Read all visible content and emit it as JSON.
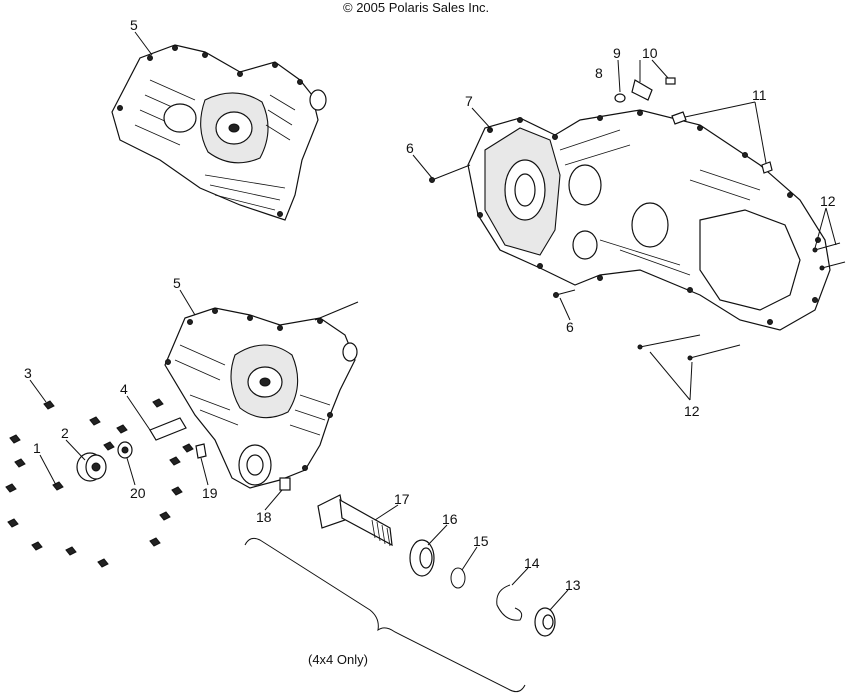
{
  "copyright": "© 2005 Polaris Sales Inc.",
  "note": "(4x4 Only)",
  "callouts": [
    "5",
    "9",
    "10",
    "8",
    "11",
    "7",
    "6",
    "12",
    "5",
    "3",
    "4",
    "2",
    "1",
    "20",
    "19",
    "18",
    "17",
    "16",
    "15",
    "14",
    "13",
    "6",
    "12"
  ]
}
